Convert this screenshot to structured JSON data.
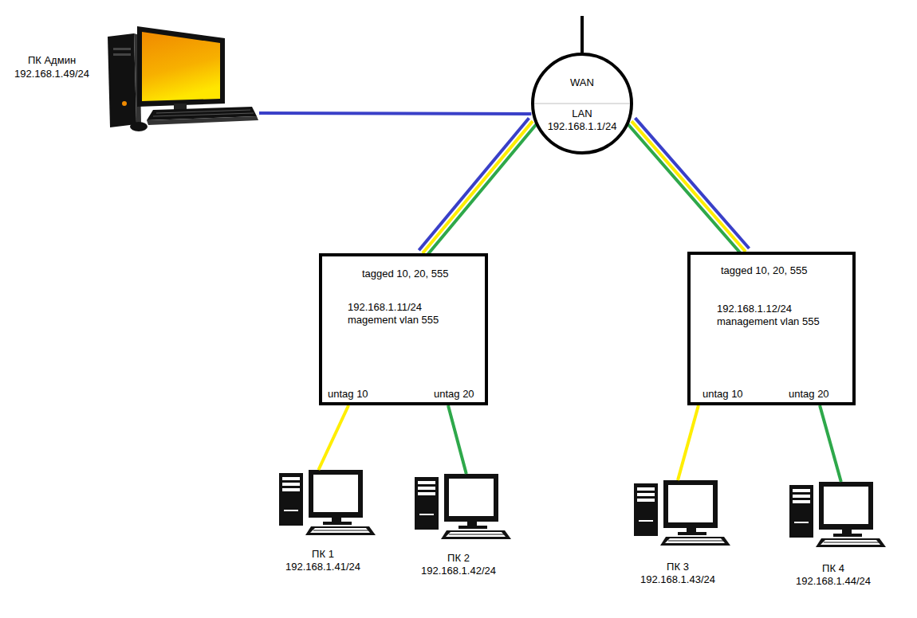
{
  "diagram": {
    "nodes": [
      {
        "text": [
          "ПК Админ",
          "192.168.1.49/24"
        ]
      },
      {
        "text": [
          "WAN",
          "LAN",
          "192.168.1.1/24"
        ]
      },
      {
        "text": [
          "tagged 10, 20, 555",
          "192.168.1.11/24 magement vlan 555",
          "untag 10",
          "untag 20"
        ]
      },
      {
        "text": [
          "tagged 10, 20, 555",
          "192.168.1.12/24 management vlan 555",
          "untag 10",
          "untag 20"
        ]
      },
      {
        "text": [
          "ПК 1",
          "192.168.1.41/24"
        ]
      },
      {
        "text": [
          "ПК 2",
          "192.168.1.42/24"
        ]
      },
      {
        "text": [
          "ПК 3",
          "192.168.1.43/24"
        ]
      },
      {
        "text": [
          "ПК 4",
          "192.168.1.44/24"
        ]
      }
    ],
    "edges": [
      {
        "from": 0,
        "to": 1,
        "arrow": "none"
      },
      {
        "from": 1,
        "to": 2,
        "arrow": "none"
      },
      {
        "from": 1,
        "to": 3,
        "arrow": "none"
      },
      {
        "from": 2,
        "to": 4,
        "arrow": "none"
      },
      {
        "from": 2,
        "to": 5,
        "arrow": "none"
      },
      {
        "from": 3,
        "to": 6,
        "arrow": "none"
      },
      {
        "from": 3,
        "to": 7,
        "arrow": "none"
      }
    ]
  }
}
